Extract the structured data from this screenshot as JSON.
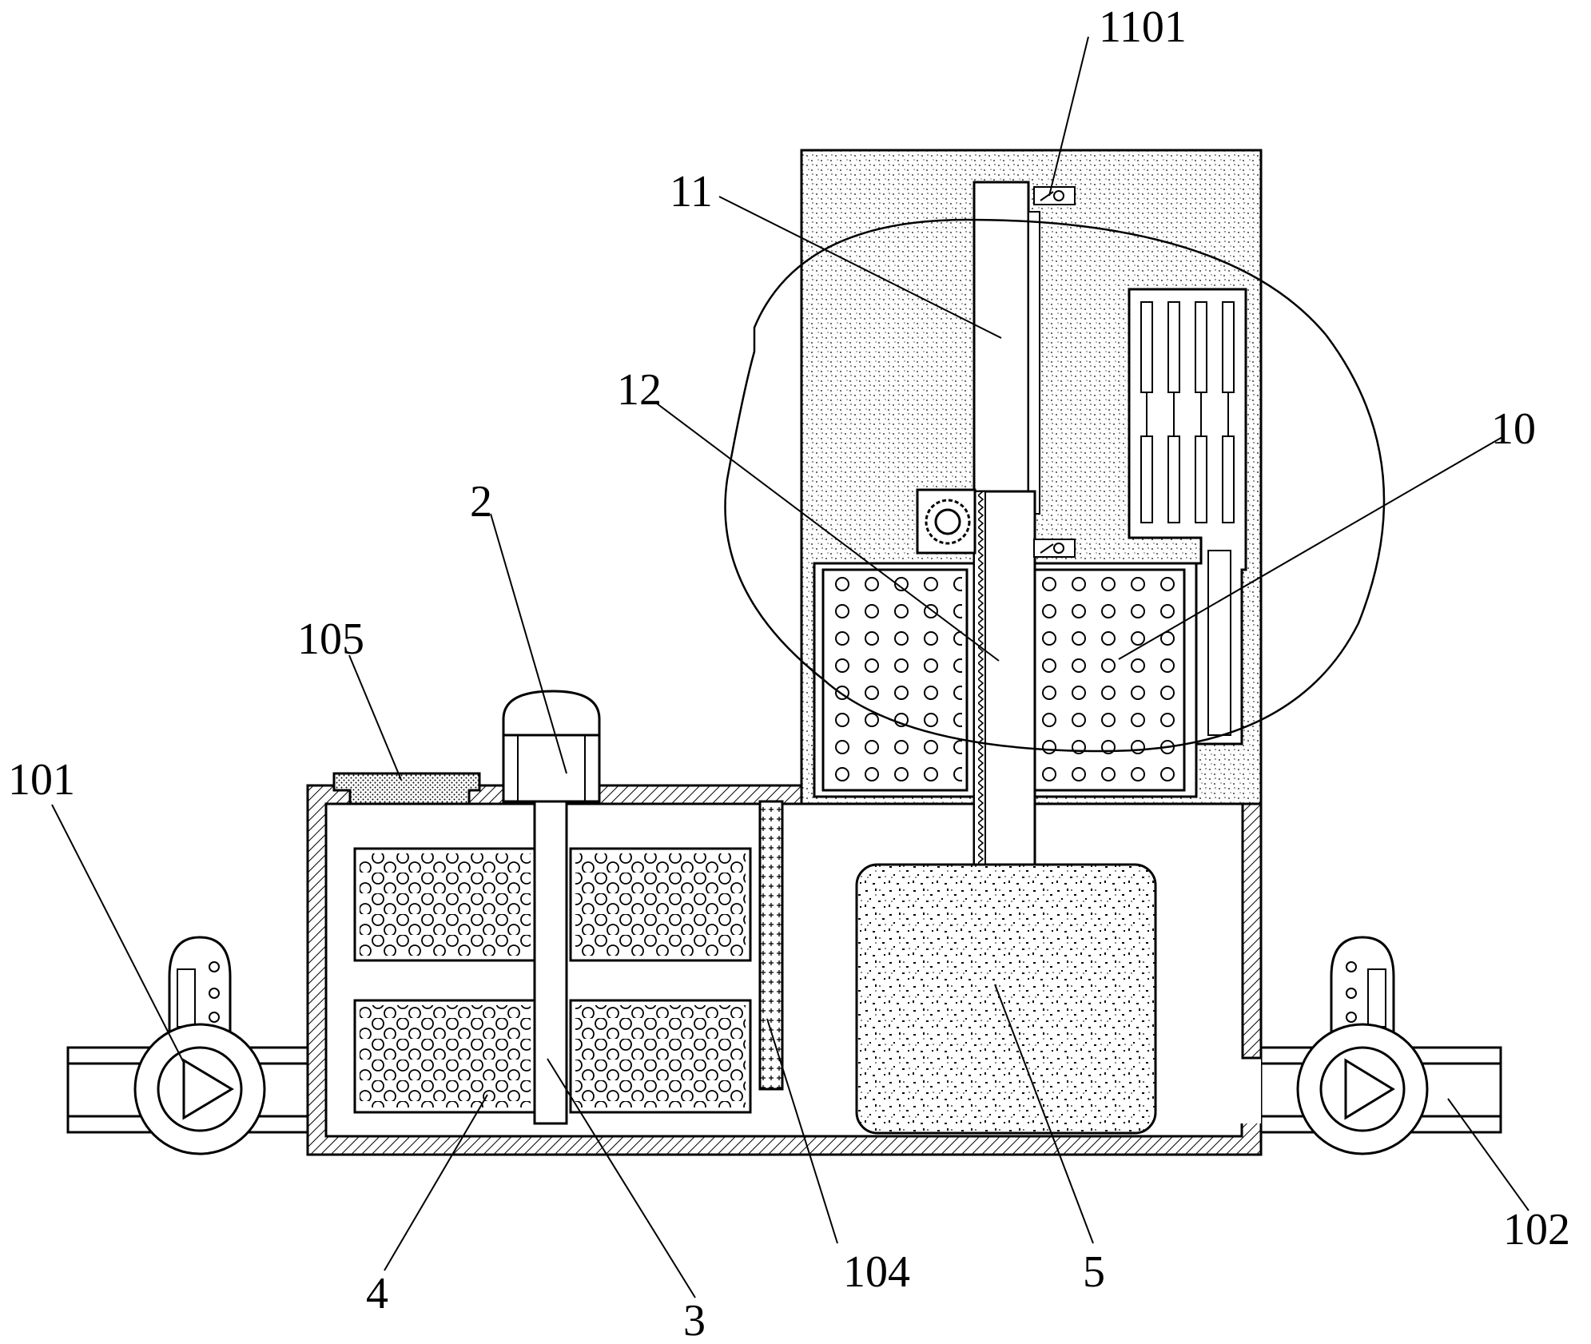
{
  "labels": {
    "l1101": "1101",
    "l11": "11",
    "l12": "12",
    "l10": "10",
    "l2": "2",
    "l105": "105",
    "l101": "101",
    "l4": "4",
    "l3": "3",
    "l104": "104",
    "l5": "5",
    "l102": "102"
  },
  "colors": {
    "line": "#000000",
    "background": "#ffffff"
  }
}
